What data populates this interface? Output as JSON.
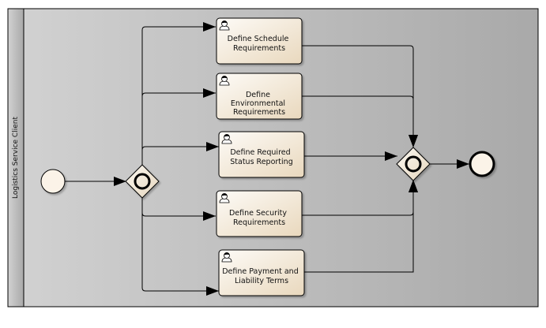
{
  "pool": {
    "lane_label": "Logistics Service Client"
  },
  "tasks": [
    {
      "id": "schedule",
      "lines": [
        "Define Schedule",
        "Requirements"
      ]
    },
    {
      "id": "environmental",
      "lines": [
        "Define",
        "Environmental",
        "Requirements"
      ]
    },
    {
      "id": "status",
      "lines": [
        "Define Required",
        "Status Reporting"
      ]
    },
    {
      "id": "security",
      "lines": [
        "Define Security",
        "Requirements"
      ]
    },
    {
      "id": "payment",
      "lines": [
        "Define Payment and",
        "Liability Terms"
      ]
    }
  ],
  "icons": {
    "task": "user-icon",
    "split_gateway": "inclusive-gateway-icon",
    "join_gateway": "inclusive-gateway-icon",
    "start": "start-event-icon",
    "end": "end-event-icon"
  },
  "colors": {
    "lane_fill": "#c8c8c8",
    "task_fill_top": "#fbf8f2",
    "task_fill_bottom": "#ecdcc3",
    "gateway_fill": "#f4ece0",
    "start_fill": "#fbf3e8",
    "end_fill": "#fbf3e8",
    "stroke": "#000000"
  }
}
